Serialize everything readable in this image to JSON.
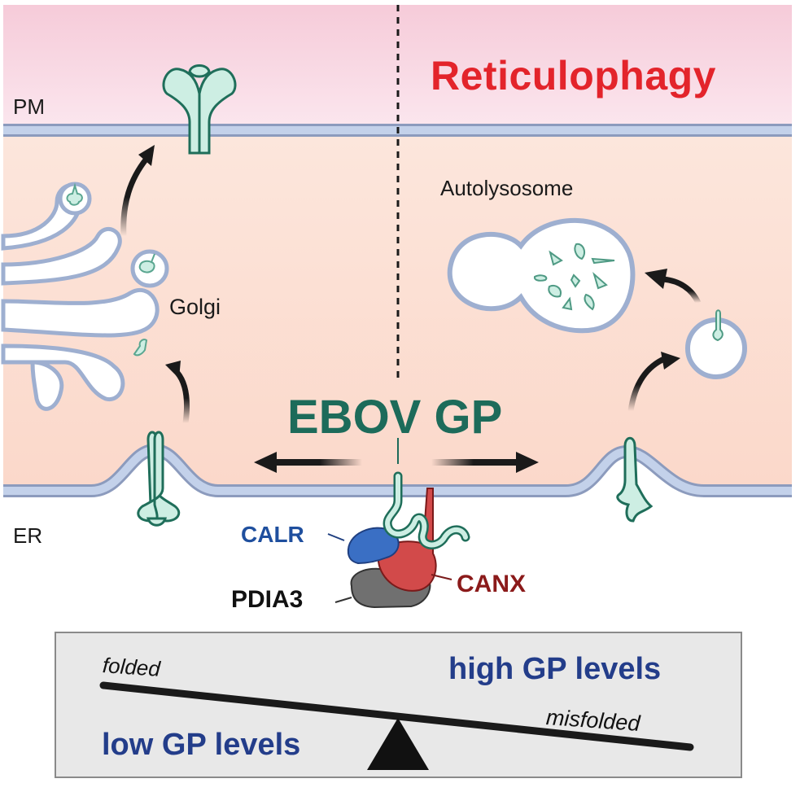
{
  "figure": {
    "title": "Reticulophagy",
    "compartments": {
      "plasma_membrane": "PM",
      "endoplasmic_reticulum": "ER",
      "golgi": "Golgi",
      "autolysosome": "Autolysosome"
    },
    "protein": "EBOV GP",
    "chaperones": {
      "calr": "CALR",
      "canx": "CANX",
      "pdia3": "PDIA3"
    },
    "balance": {
      "left_end": "folded",
      "right_end": "misfolded",
      "upper_right": "high GP levels",
      "lower_left": "low GP levels"
    },
    "colors": {
      "extracellular_top": "#f6cfdc",
      "extracellular_bottom": "#fbe4ec",
      "cytosol": "#fbdfd3",
      "membrane_fill": "#c3d1ea",
      "membrane_edge": "#8c9bbd",
      "protein_fill": "#cdeee3",
      "protein_edge": "#1f6e5a",
      "title_red": "#e3242b",
      "ebov_green": "#1d6b5a",
      "calr_blue": "#3a6fc4",
      "canx_red": "#d24a4a",
      "pdia3_gray": "#707070",
      "level_text_blue": "#233d8a",
      "balance_box": "#e8e8e8"
    }
  }
}
